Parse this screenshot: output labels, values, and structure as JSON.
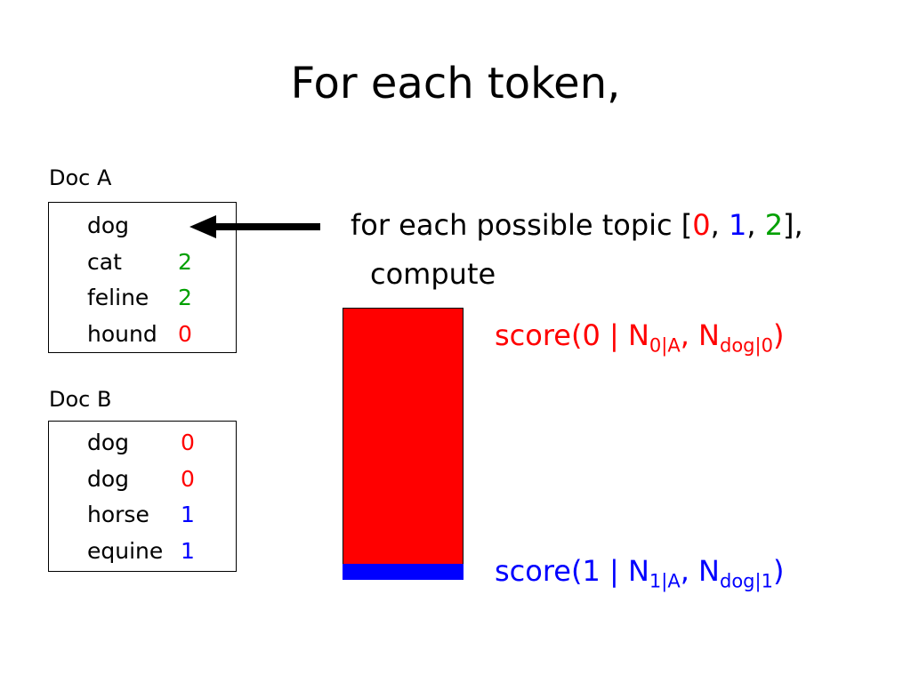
{
  "title": "For each token,",
  "colors": {
    "topic0": "#ff0000",
    "topic1": "#0000ff",
    "topic2": "#00a000",
    "text": "#000000"
  },
  "doc_a": {
    "label": "Doc A",
    "rows": [
      {
        "word": "dog",
        "topic": ""
      },
      {
        "word": "cat",
        "topic": "2"
      },
      {
        "word": "feline",
        "topic": "2"
      },
      {
        "word": "hound",
        "topic": "0"
      }
    ]
  },
  "doc_b": {
    "label": "Doc B",
    "rows": [
      {
        "word": "dog",
        "topic": "0"
      },
      {
        "word": "dog",
        "topic": "0"
      },
      {
        "word": "horse",
        "topic": "1"
      },
      {
        "word": "equine",
        "topic": "1"
      }
    ]
  },
  "instruction": {
    "prefix": "for each possible topic [",
    "topic0": "0",
    "sep1": ", ",
    "topic1": "1",
    "sep2": ", ",
    "topic2": "2",
    "suffix": "],",
    "line2": "compute"
  },
  "scores": [
    {
      "prefix": "score(0 | N",
      "sub1": "0|A",
      "mid": ", N",
      "sub2": "dog|0",
      "suffix": ")"
    },
    {
      "prefix": "score(1 | N",
      "sub1": "1|A",
      "mid": ", N",
      "sub2": "dog|1",
      "suffix": ")"
    }
  ]
}
